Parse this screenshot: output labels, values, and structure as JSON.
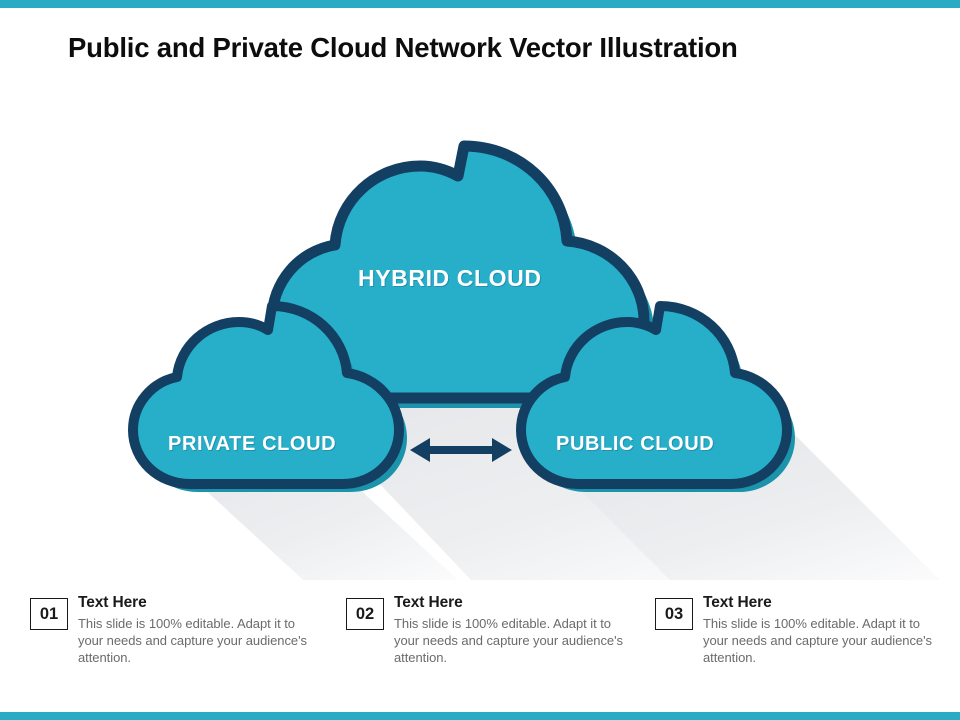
{
  "slide": {
    "title": "Public and Private Cloud Network Vector Illustration",
    "accent_color": "#2aabc4",
    "cloud_fill": "#27aec8",
    "cloud_fill_dark": "#1f96ad",
    "cloud_outline": "#133f63",
    "shadow_color": "#e7e9eb",
    "title_color": "#0d0d0d"
  },
  "diagram": {
    "clouds": [
      {
        "id": "hybrid",
        "label": "HYBRID CLOUD"
      },
      {
        "id": "private",
        "label": "PRIVATE CLOUD"
      },
      {
        "id": "public",
        "label": "PUBLIC CLOUD"
      }
    ],
    "connector": {
      "arrow": "double-headed-arrow",
      "from": "PRIVATE CLOUD",
      "to": "PUBLIC CLOUD"
    }
  },
  "legend": {
    "items": [
      {
        "number": "01",
        "heading": "Text Here",
        "body": "This slide is 100% editable. Adapt it to your needs and capture your audience's attention."
      },
      {
        "number": "02",
        "heading": "Text Here",
        "body": "This slide is 100% editable. Adapt it to your needs and capture your audience's attention."
      },
      {
        "number": "03",
        "heading": "Text Here",
        "body": "This slide is 100% editable. Adapt it to your needs and capture your audience's attention."
      }
    ]
  }
}
